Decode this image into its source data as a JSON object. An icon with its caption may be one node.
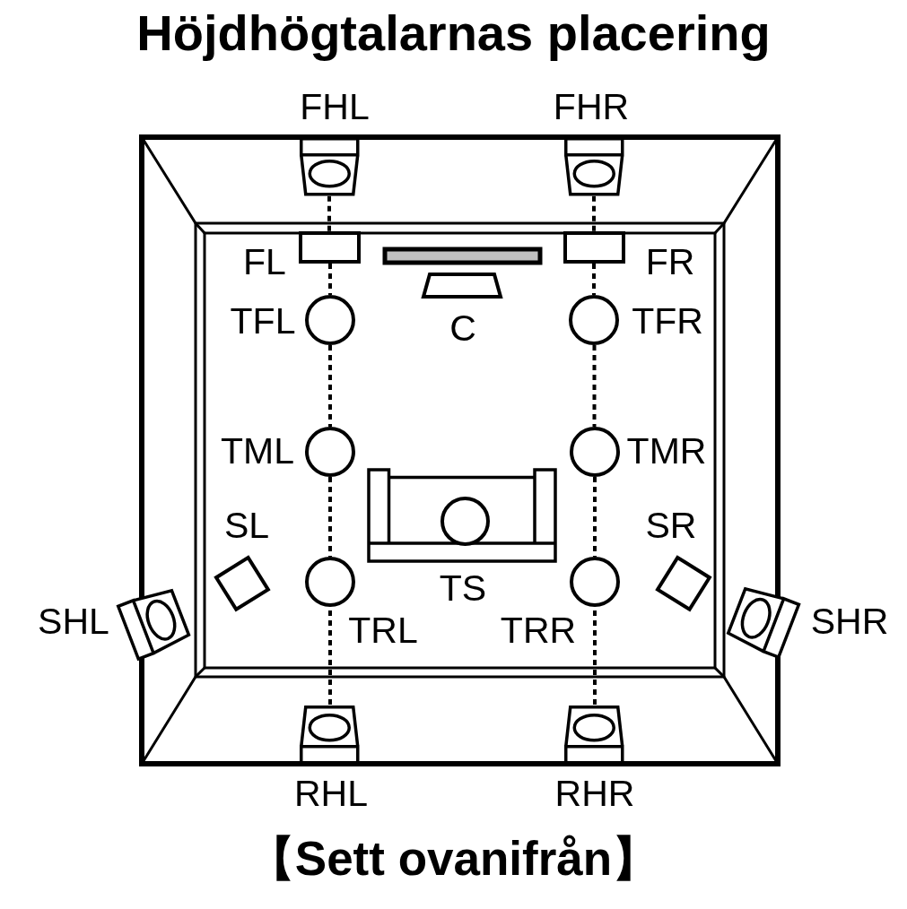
{
  "diagram": {
    "title": "Höjdhögtalarnas placering",
    "caption": "【Sett ovanifrån】",
    "nodes": [
      {
        "text": [],
        "shape": "box",
        "beside": [
          "FHL"
        ]
      },
      {
        "text": [],
        "shape": "box",
        "beside": [
          "FHR"
        ]
      },
      {
        "text": [],
        "shape": "box",
        "beside": [
          "FL"
        ]
      },
      {
        "text": [],
        "shape": "box",
        "beside": [
          "FR"
        ]
      },
      {
        "text": [],
        "shape": "trapezoid",
        "beside": [
          "C"
        ]
      },
      {
        "text": [],
        "shape": "circle",
        "beside": [
          "TFL"
        ]
      },
      {
        "text": [],
        "shape": "circle",
        "beside": [
          "TFR"
        ]
      },
      {
        "text": [],
        "shape": "circle",
        "beside": [
          "TML"
        ]
      },
      {
        "text": [],
        "shape": "circle",
        "beside": [
          "TMR"
        ]
      },
      {
        "text": [],
        "shape": "box",
        "beside": [
          "SL"
        ]
      },
      {
        "text": [],
        "shape": "circle",
        "beside": [
          "TS"
        ]
      },
      {
        "text": [],
        "shape": "box",
        "beside": [
          "SR"
        ]
      },
      {
        "text": [],
        "shape": "box",
        "beside": [
          "SHL"
        ]
      },
      {
        "text": [],
        "shape": "circle",
        "beside": [
          "TRL"
        ]
      },
      {
        "text": [],
        "shape": "circle",
        "beside": [
          "TRR"
        ]
      },
      {
        "text": [],
        "shape": "box",
        "beside": [
          "SHR"
        ]
      },
      {
        "text": [],
        "shape": "box",
        "beside": [
          "RHL"
        ]
      },
      {
        "text": [],
        "shape": "box",
        "beside": [
          "RHR"
        ]
      }
    ],
    "edges": [
      {
        "from": 0,
        "to": 2,
        "arrow": "none",
        "style": "dashed"
      },
      {
        "from": 2,
        "to": 5,
        "arrow": "none",
        "style": "dashed"
      },
      {
        "from": 5,
        "to": 7,
        "arrow": "none",
        "style": "dashed"
      },
      {
        "from": 7,
        "to": 13,
        "arrow": "none",
        "style": "dashed"
      },
      {
        "from": 13,
        "to": 16,
        "arrow": "none",
        "style": "dashed"
      },
      {
        "from": 1,
        "to": 3,
        "arrow": "none",
        "style": "dashed"
      },
      {
        "from": 3,
        "to": 6,
        "arrow": "none",
        "style": "dashed"
      },
      {
        "from": 6,
        "to": 8,
        "arrow": "none",
        "style": "dashed"
      },
      {
        "from": 8,
        "to": 14,
        "arrow": "none",
        "style": "dashed"
      },
      {
        "from": 14,
        "to": 17,
        "arrow": "none",
        "style": "dashed"
      }
    ]
  }
}
